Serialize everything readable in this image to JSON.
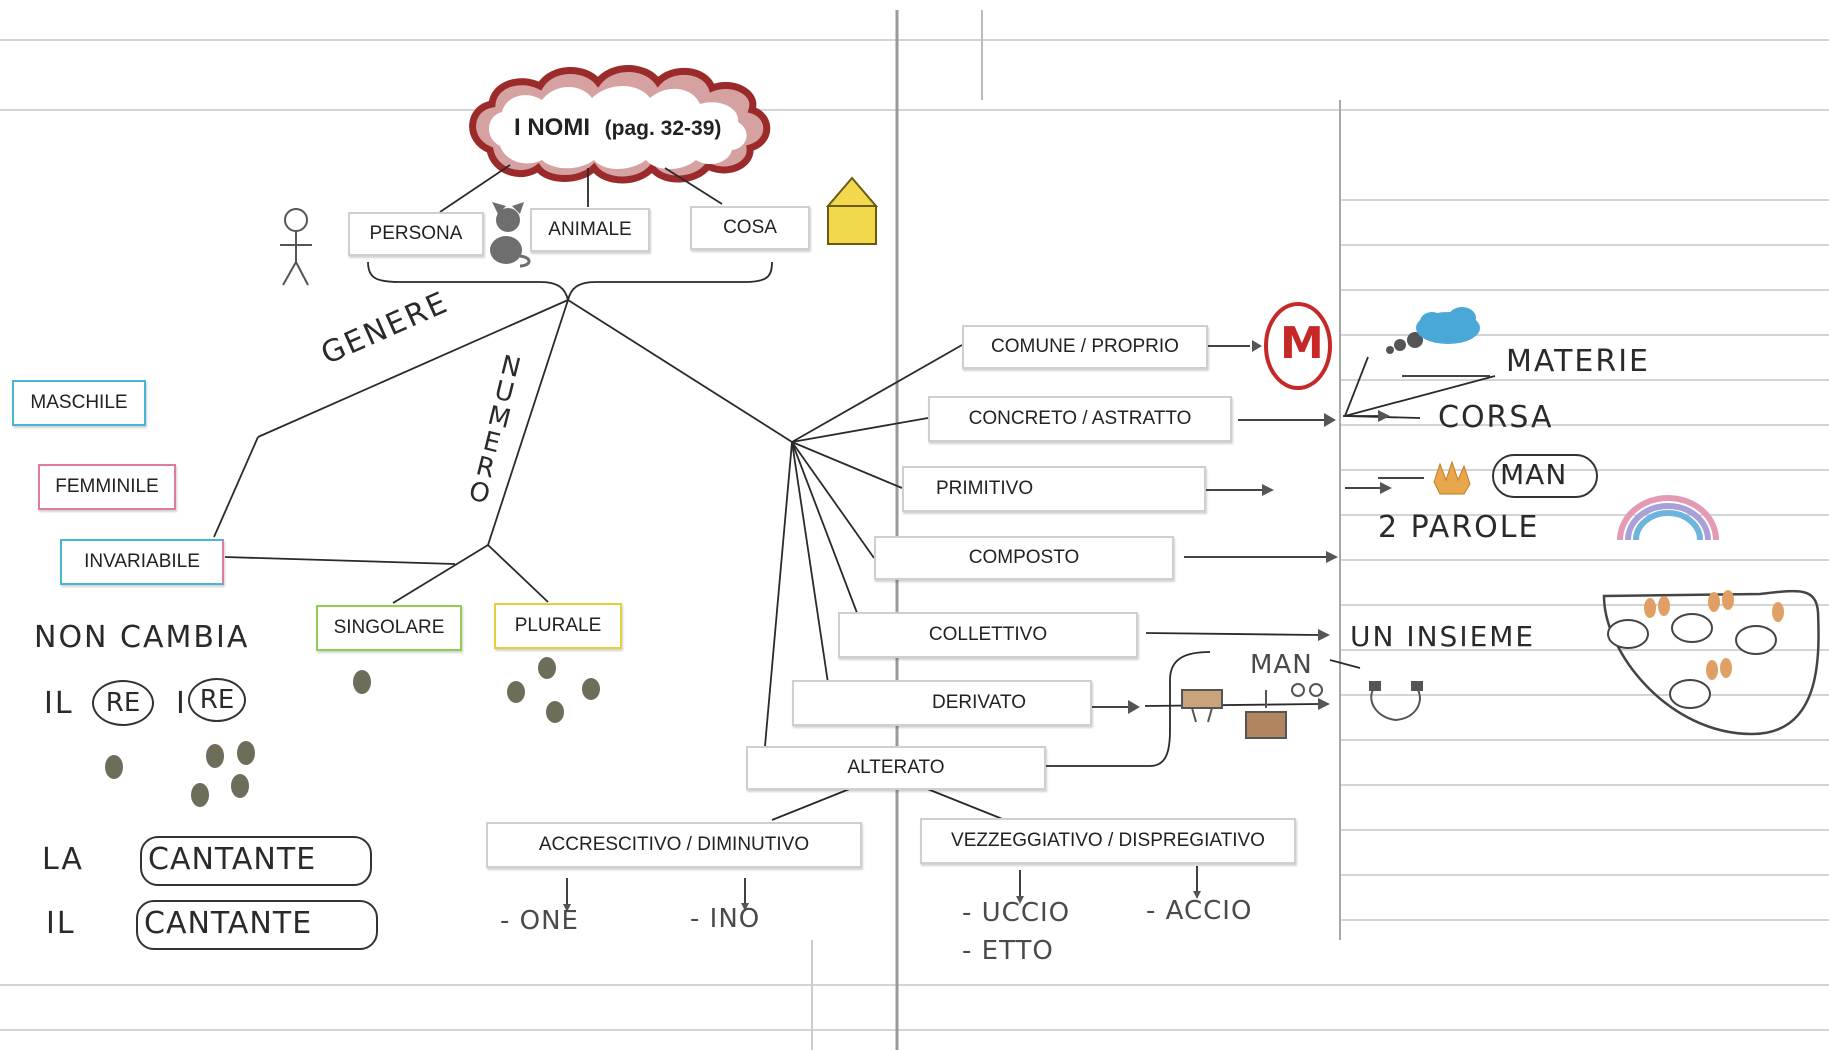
{
  "title": "I NOMI",
  "title_pages": "(pag. 32-39)",
  "colors": {
    "cloud": "#9b2a2a",
    "blue": "#46b6d6",
    "pink": "#dc7d9f",
    "green": "#8fcf4f",
    "yellow": "#e6cf3a",
    "house": "#f2d84d",
    "m_red": "#c62828"
  },
  "categories": [
    "PERSONA",
    "ANIMALE",
    "COSA"
  ],
  "branches": {
    "genere": "GENERE",
    "numero": "NUMERO"
  },
  "genere": [
    "MASCHILE",
    "FEMMINILE",
    "INVARIABILE"
  ],
  "numero": [
    "SINGOLARE",
    "PLURALE"
  ],
  "invariabile_notes": {
    "non_cambia": "NON CAMBIA",
    "il": "IL",
    "re1": "RE",
    "i": "I",
    "re2": "RE",
    "la": "LA",
    "il2": "IL",
    "cantante1": "CANTANTE",
    "cantante2": "CANTANTE"
  },
  "types": {
    "comune": "COMUNE / PROPRIO",
    "concreto": "CONCRETO / ASTRATTO",
    "primitivo": "PRIMITIVO",
    "composto": "COMPOSTO",
    "collettivo": "COLLETTIVO",
    "derivato": "DERIVATO",
    "alterato": "ALTERATO"
  },
  "m_letter": "M",
  "examples": {
    "materie": "MATERIE",
    "corsa": "CORSA",
    "man": "MAN",
    "due_parole": "2 PAROLE",
    "insieme": "UN INSIEME",
    "man2": "MAN"
  },
  "alterato_sub": [
    "ACCRESCITIVO / DIMINUTIVO",
    "VEZZEGGIATIVO / DISPREGIATIVO"
  ],
  "suffixes": {
    "one": "- ONE",
    "ino": "- INO",
    "uccio": "- UCCIO",
    "accio": "- ACCIO",
    "etto": "- ETTO"
  }
}
